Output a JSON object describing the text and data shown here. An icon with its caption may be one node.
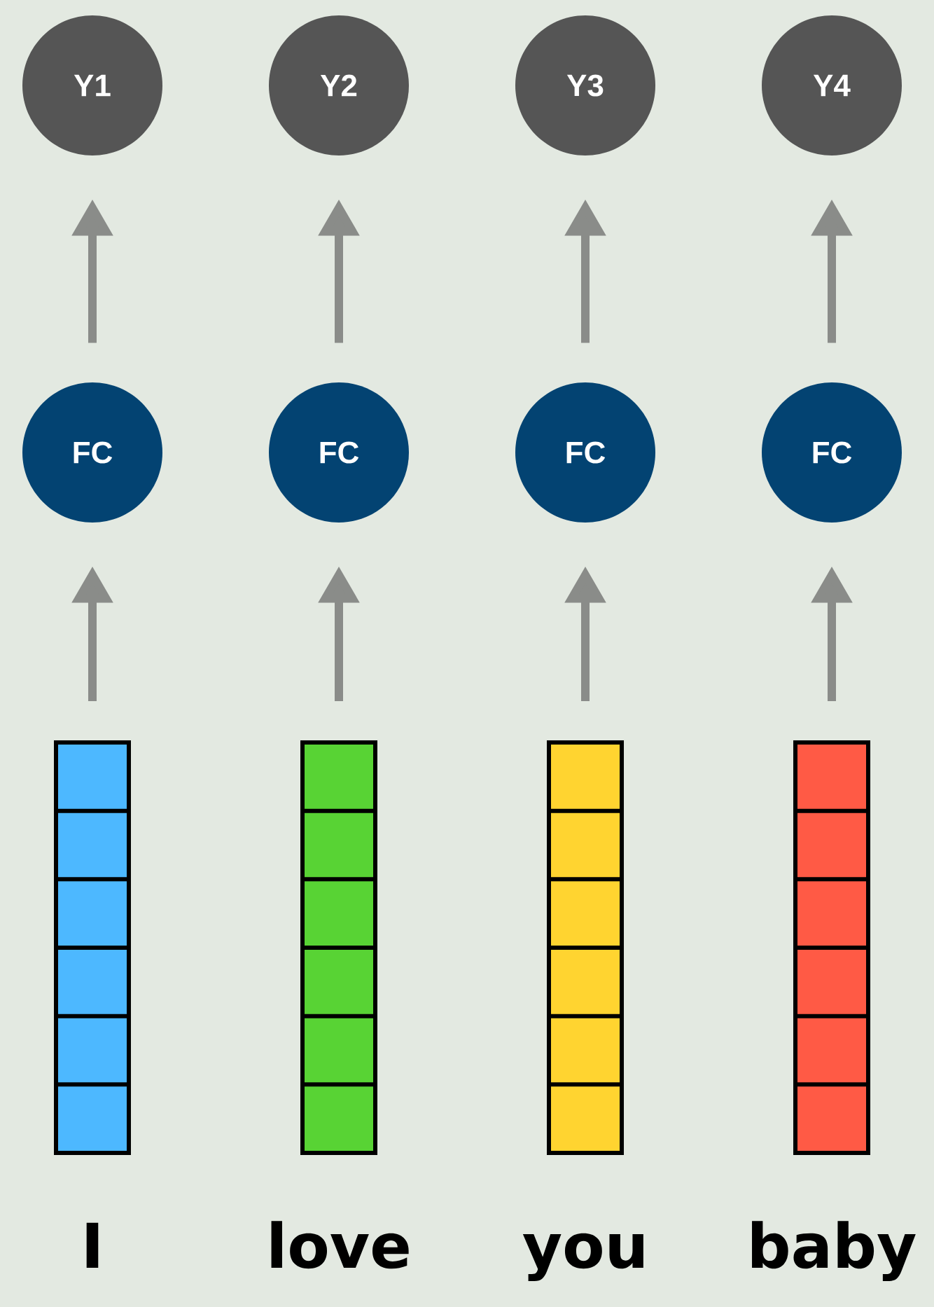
{
  "diagram": {
    "nodes": [
      {
        "text": [
          "Y1"
        ]
      },
      {
        "text": [
          "Y2"
        ]
      },
      {
        "text": [
          "Y3"
        ]
      },
      {
        "text": [
          "Y4"
        ]
      },
      {
        "text": [
          "FC"
        ]
      },
      {
        "text": [
          "FC"
        ]
      },
      {
        "text": [
          "FC"
        ]
      },
      {
        "text": [
          "FC"
        ]
      },
      {
        "text": [],
        "shape": "bar",
        "beside": [
          "I"
        ]
      },
      {
        "text": [],
        "shape": "bar",
        "beside": [
          "love"
        ]
      },
      {
        "text": [],
        "shape": "bar",
        "beside": [
          "you"
        ]
      },
      {
        "text": [],
        "shape": "bar",
        "beside": [
          "baby"
        ]
      }
    ],
    "edges": [
      {
        "from": 8,
        "to": 4,
        "arrow": "to"
      },
      {
        "from": 9,
        "to": 5,
        "arrow": "to"
      },
      {
        "from": 10,
        "to": 6,
        "arrow": "to"
      },
      {
        "from": 11,
        "to": 7,
        "arrow": "to"
      },
      {
        "from": 4,
        "to": 0,
        "arrow": "to"
      },
      {
        "from": 5,
        "to": 1,
        "arrow": "to"
      },
      {
        "from": 6,
        "to": 2,
        "arrow": "to"
      },
      {
        "from": 7,
        "to": 3,
        "arrow": "to"
      }
    ]
  }
}
